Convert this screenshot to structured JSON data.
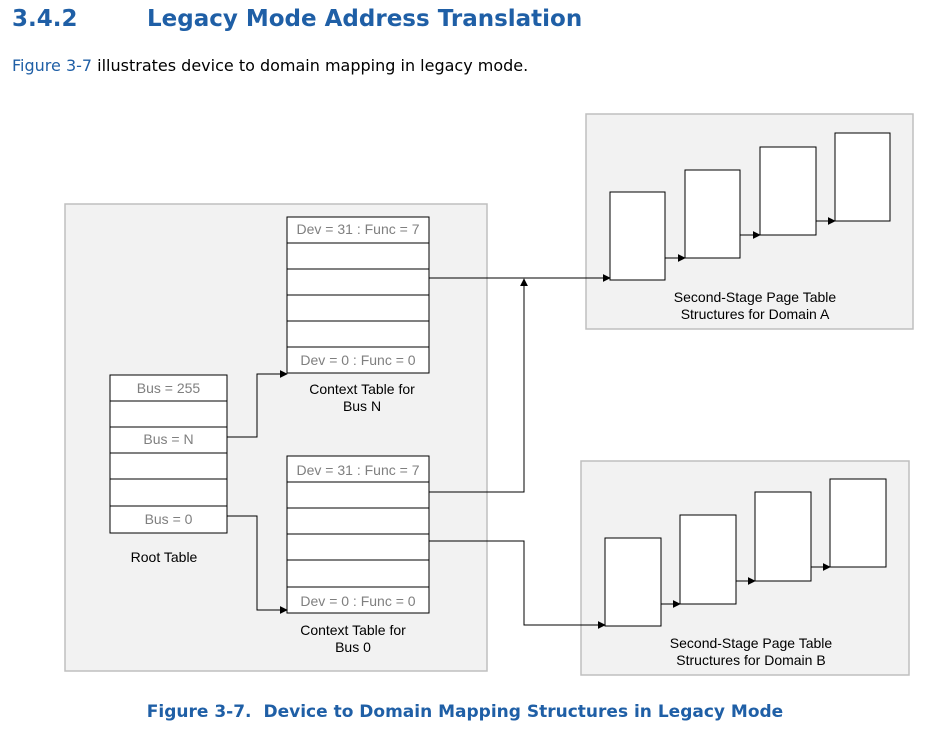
{
  "section": {
    "number": "3.4.2",
    "title": "Legacy Mode Address Translation"
  },
  "intro": {
    "xref": "Figure 3-7",
    "text": " illustrates device to domain mapping in legacy mode."
  },
  "figure": {
    "root_table": {
      "rows": [
        "Bus = 255",
        "",
        "Bus = N",
        "",
        "",
        "Bus = 0"
      ],
      "label": "Root Table"
    },
    "context_table_n": {
      "rows": [
        "Dev = 31 : Func = 7",
        "",
        "",
        "",
        "",
        "Dev = 0 : Func = 0"
      ],
      "label_line1": "Context Table for",
      "label_line2": "Bus N"
    },
    "context_table_0": {
      "rows": [
        "Dev = 31 : Func = 7",
        "",
        "",
        "",
        "",
        "Dev = 0 : Func = 0"
      ],
      "label_line1": "Context Table for",
      "label_line2": "Bus 0"
    },
    "domain_a": {
      "label_line1": "Second-Stage Page Table",
      "label_line2": "Structures for Domain A"
    },
    "domain_b": {
      "label_line1": "Second-Stage Page Table",
      "label_line2": "Structures for Domain B"
    },
    "colors": {
      "panel_fill": "#f2f2f2",
      "panel_border": "#bfbfbf",
      "line": "#000000",
      "label_gray": "#7f7f7f"
    }
  },
  "caption": {
    "number": "Figure 3-7.",
    "title": "Device to Domain Mapping Structures in Legacy Mode"
  }
}
